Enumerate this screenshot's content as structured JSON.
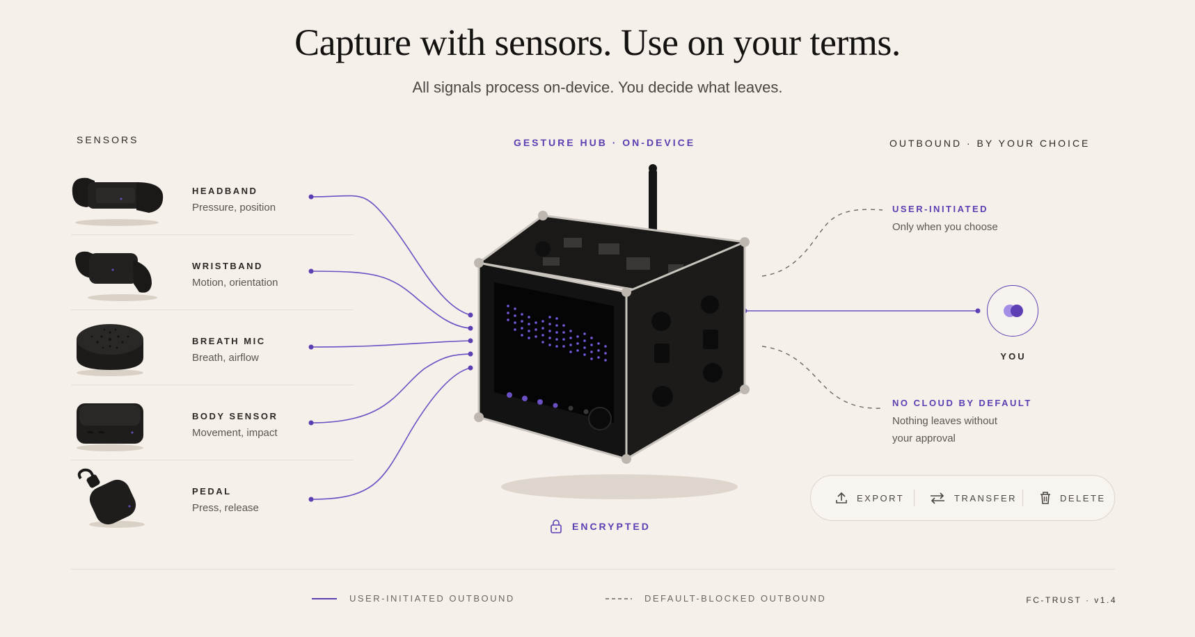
{
  "header": {
    "title": "Capture with sensors. Use on your terms.",
    "subtitle": "All signals process on-device. You decide what leaves."
  },
  "sections": {
    "sensors": "SENSORS",
    "hub": "GESTURE HUB · ON-DEVICE",
    "outbound": "OUTBOUND · BY YOUR CHOICE"
  },
  "sensors": [
    {
      "name": "HEADBAND",
      "desc": "Pressure, position",
      "icon": "headband-icon"
    },
    {
      "name": "WRISTBAND",
      "desc": "Motion, orientation",
      "icon": "wristband-icon"
    },
    {
      "name": "BREATH MIC",
      "desc": "Breath, airflow",
      "icon": "breath-mic-icon"
    },
    {
      "name": "BODY SENSOR",
      "desc": "Movement, impact",
      "icon": "body-sensor-icon"
    },
    {
      "name": "PEDAL",
      "desc": "Press, release",
      "icon": "pedal-icon"
    }
  ],
  "hub": {
    "encrypted_label": "ENCRYPTED",
    "icon": "lock-icon"
  },
  "outbound": {
    "user_initiated": {
      "label": "USER-INITIATED",
      "desc": "Only when you choose"
    },
    "no_cloud": {
      "label": "NO CLOUD BY DEFAULT",
      "desc_line1": "Nothing leaves without",
      "desc_line2": "your approval"
    },
    "you_label": "YOU"
  },
  "actions": [
    {
      "label": "EXPORT",
      "icon": "upload-icon"
    },
    {
      "label": "TRANSFER",
      "icon": "arrows-swap-icon"
    },
    {
      "label": "DELETE",
      "icon": "trash-icon"
    }
  ],
  "legend": {
    "solid": "USER-INITIATED OUTBOUND",
    "dashed": "DEFAULT-BLOCKED OUTBOUND"
  },
  "version": "FC-TRUST · v1.4",
  "colors": {
    "accent": "#5b3fb3",
    "background": "#f5f0e9",
    "device": "#1a1a1a"
  }
}
